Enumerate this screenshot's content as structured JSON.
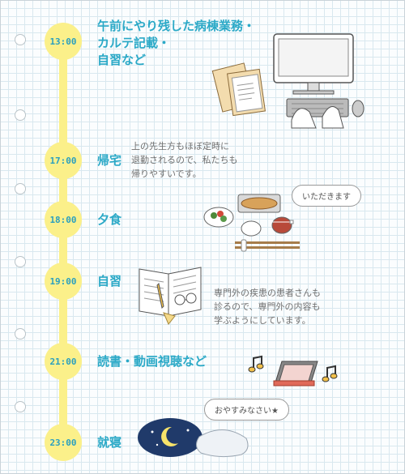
{
  "schedule": [
    {
      "time": "13:00",
      "title": "午前にやり残した病棟業務・カルテ記載・自習など"
    },
    {
      "time": "17:00",
      "title": "帰宅",
      "note": "上の先生方もほぼ定時に退勤されるので、私たちも帰りやすいです。"
    },
    {
      "time": "18:00",
      "title": "夕食",
      "bubble": "いただきます"
    },
    {
      "time": "19:00",
      "title": "自習",
      "note": "専門外の疾患の患者さんも診るので、専門外の内容も学ぶようにしています。"
    },
    {
      "time": "21:00",
      "title": "読書・動画視聴など"
    },
    {
      "time": "23:00",
      "title": "就寝",
      "bubble": "おやすみなさい★"
    }
  ],
  "title_lines": {
    "t13": [
      "午前にやり残した病棟業務・",
      "カルテ記載・",
      "自習など"
    ]
  },
  "note_lines": {
    "n17": [
      "上の先生方もほぼ定時に",
      "退勤されるので、私たちも",
      "帰りやすいです。"
    ],
    "n19": [
      "専門外の疾患の患者さんも",
      "診るので、専門外の内容も",
      "学ぶようにしています。"
    ]
  },
  "colors": {
    "accent": "#2ba9c7",
    "timeline": "#fbf08a",
    "grid": "#d9e8ef"
  },
  "icons": [
    "computer-icon",
    "clipboard-icon",
    "meal-icon",
    "book-icon",
    "tablet-icon",
    "music-note-icon",
    "moon-icon",
    "pillow-icon"
  ]
}
